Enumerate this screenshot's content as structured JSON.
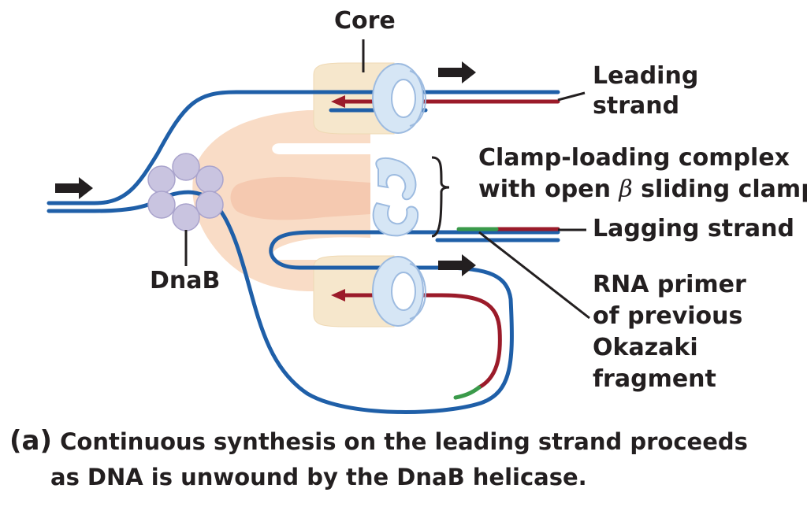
{
  "labels": {
    "core": "Core",
    "leading_line1": "Leading",
    "leading_line2": "strand",
    "clamp_line1": "Clamp-loading complex",
    "clamp_line2_pre": "with open ",
    "clamp_line2_beta": "β",
    "clamp_line2_post": " sliding clamp",
    "lagging": "Lagging strand",
    "primer_line1": "RNA primer",
    "primer_line2": "of previous",
    "primer_line3": "Okazaki",
    "primer_line4": "fragment",
    "dnab": "DnaB"
  },
  "caption": {
    "letter": "(a)",
    "line1": "Continuous synthesis on the leading strand proceeds",
    "line2": "as DNA is unwound by the DnaB helicase."
  },
  "colors": {
    "template_dna": "#1f5fa8",
    "new_dna": "#9b1b2a",
    "rna_primer": "#3a9a4a",
    "core": "#f6e7cc",
    "complex": "#f9dcc6",
    "complex_inner": "#f5c9b0",
    "clamp": "#d6e6f5",
    "clamp_stroke": "#9dbbe0",
    "dnab": "#c9c4e0",
    "arrow": "#231f20",
    "label": "#231f20"
  }
}
